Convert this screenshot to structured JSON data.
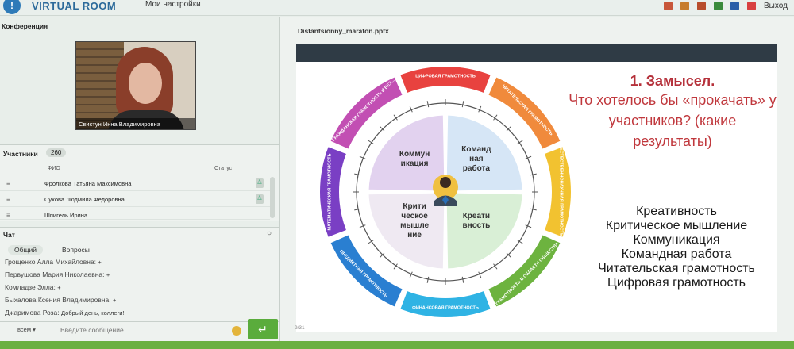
{
  "topbar": {
    "app_title": "VIRTUAL ROOM",
    "settings_label": "Мои настройки",
    "exit_label": "Выход"
  },
  "left_panel": {
    "conference_label": "Конференция",
    "video": {
      "caption": "Свистун Инна Владимировна"
    },
    "participants": {
      "label": "Участники",
      "count": "260",
      "col_name": "ФИО",
      "col_status": "Статус",
      "rows": [
        {
          "name": "Фролкова Татьяна Максимовна"
        },
        {
          "name": "Сухова Людмила Федоровна"
        },
        {
          "name": "Шпигель Ирина"
        }
      ]
    },
    "chat": {
      "label": "Чат",
      "tabs": [
        "Общий",
        "Вопросы"
      ],
      "messages": [
        {
          "name": "Грощенко Алла Михайловна:",
          "text": "+"
        },
        {
          "name": "Первушова Мария Николаевна:",
          "text": "+"
        },
        {
          "name": "Комладзе Элла:",
          "text": "+"
        },
        {
          "name": "Быхалова Ксения Владимировна:",
          "text": "+"
        },
        {
          "name": "Джаримова Роза:",
          "text": "Добрый день, коллеги!"
        }
      ],
      "to_label": "всем",
      "input_placeholder": "Введите сообщение..."
    }
  },
  "presentation": {
    "filename": "Distantsionny_marafon.pptx",
    "pager": "9/31",
    "slide": {
      "title": "1. Замысел.",
      "question": "Что хотелось бы «прокачать» у участников? (какие результаты)",
      "list": [
        "Креативность",
        "Критическое мышление",
        "Коммуникация",
        "Командная работа",
        "Читательская грамотность",
        "Цифровая грамотность"
      ],
      "inner_quadrants": [
        "Коммун икация",
        "Команд ная работа",
        "Крити ческое мышле ние",
        "Креати вность"
      ],
      "outer_segments": [
        {
          "label": "ЦИФРОВАЯ ГРАМОТНОСТЬ",
          "color": "#e8423f"
        },
        {
          "label": "ЧИТАТЕЛЬСКАЯ ГРАМОТНОСТЬ",
          "color": "#f08a3c"
        },
        {
          "label": "ЕСТЕСТВЕННОНАУЧНАЯ ГРАМОТНОСТЬ",
          "color": "#f2c230"
        },
        {
          "label": "ГРАМОТНОСТЬ В ОБЛАСТИ ОБЩЕСТВА",
          "color": "#6db33f"
        },
        {
          "label": "ФИНАНСОВАЯ ГРАМОТНОСТЬ",
          "color": "#2fb3e4"
        },
        {
          "label": "ПРЕДМЕТНАЯ ГРАМОТНОСТЬ",
          "color": "#2a7fd1"
        },
        {
          "label": "МАТЕМАТИЧЕСКАЯ ГРАМОТНОСТЬ",
          "color": "#7a3fc4"
        },
        {
          "label": "ГРАЖДАНСКАЯ ГРАМОТНОСТЬ И БЕЗ...",
          "color": "#c24fb3"
        }
      ]
    }
  }
}
